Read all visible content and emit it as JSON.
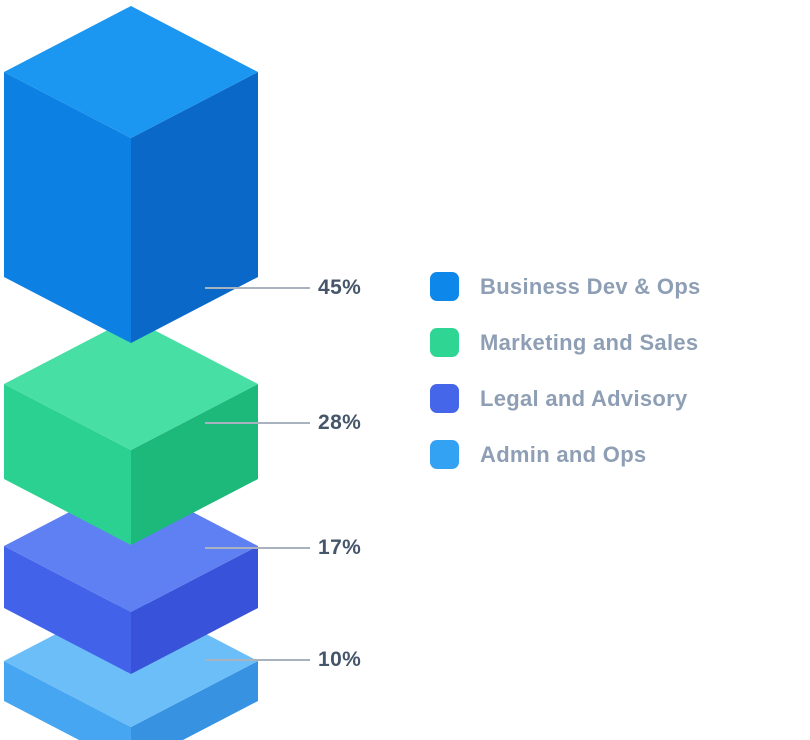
{
  "chart_data": {
    "type": "bar",
    "variant": "isometric-3d-stack",
    "title": "",
    "unit": "%",
    "legend_position": "right",
    "categories": [
      "Business Dev & Ops",
      "Marketing and Sales",
      "Legal and Advisory",
      "Admin and Ops"
    ],
    "values": [
      45,
      28,
      17,
      10
    ],
    "items": [
      {
        "label": "Business Dev & Ops",
        "value": 45,
        "pct_label": "45%",
        "legend_color": "#0D87E9",
        "face_top": "#1B97F1",
        "face_left": "#0C81E3",
        "face_right": "#0A68C8"
      },
      {
        "label": "Marketing and Sales",
        "value": 28,
        "pct_label": "28%",
        "legend_color": "#2FD693",
        "face_top": "#48DFA5",
        "face_left": "#2BD190",
        "face_right": "#1CB97B"
      },
      {
        "label": "Legal and Advisory",
        "value": 17,
        "pct_label": "17%",
        "legend_color": "#4566E8",
        "face_top": "#5F80F2",
        "face_left": "#4263E9",
        "face_right": "#3852D9"
      },
      {
        "label": "Admin and Ops",
        "value": 10,
        "pct_label": "10%",
        "legend_color": "#34A2F2",
        "face_top": "#6CBEF8",
        "face_left": "#47A6F1",
        "face_right": "#3792E2"
      }
    ],
    "colors": {
      "pct_label_text": "#45566B",
      "legend_label_text": "#8E9FB5",
      "leader_line": "#A9B3C0",
      "background": "#FFFFFF"
    }
  }
}
